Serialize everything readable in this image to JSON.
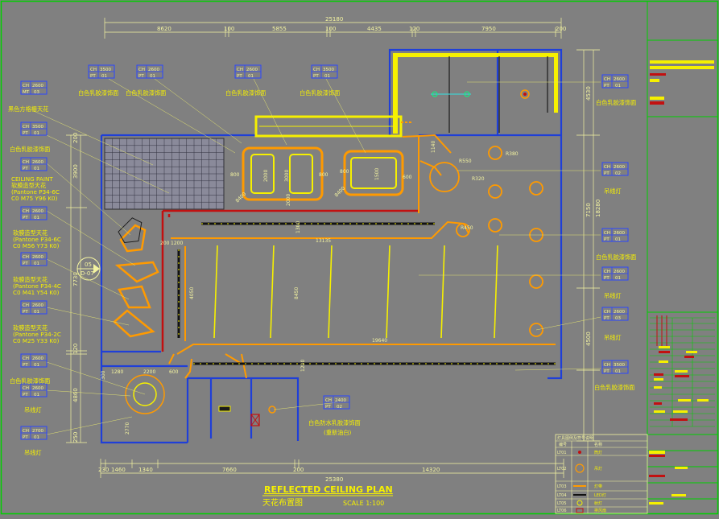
{
  "colors": {
    "background": "#808080",
    "wall": "#1f3fd8",
    "dim": "#f4f4a0",
    "yellow": "#f6f000",
    "orange": "#ff9a00",
    "red": "#c21010",
    "white": "#ffffff",
    "frame": "#00d000",
    "tagBox": "#2a46ff"
  },
  "dims": {
    "top_total": "25180",
    "top": [
      "8620",
      "100",
      "5855",
      "100",
      "4435",
      "120",
      "7950",
      "200"
    ],
    "bottom_total": "25380",
    "bottom": [
      "230",
      "1460",
      "1340",
      "7660",
      "200",
      "14320"
    ],
    "right": [
      "4530",
      "7150",
      "18280",
      "4500"
    ],
    "left": [
      "200",
      "3900",
      "7730",
      "120",
      "4860",
      "250"
    ],
    "interior": {
      "d800a": "800",
      "d800b": "800",
      "d800c": "800",
      "d2000a": "2000",
      "d2000b": "2000",
      "d3000": "3000",
      "d1500": "1500",
      "d600": "600",
      "d8400a": "8400",
      "d8400b": "8400",
      "d1140": "1140",
      "d200a": "200",
      "d1200": "1200",
      "d1300": "1300",
      "d13135": "13135",
      "d4050": "4050",
      "d8450": "8450",
      "d19640": "19640",
      "d1280": "1280",
      "d2200": "2200",
      "d600b": "600",
      "d1200b": "1200",
      "d2770": "2770",
      "d300": "300"
    },
    "radii": [
      "R380",
      "R550",
      "R450",
      "R320"
    ]
  },
  "tags": {
    "t1": {
      "ch": "CH",
      "h": "3500",
      "pt": "PT",
      "n": "01"
    },
    "t2": {
      "ch": "CH",
      "h": "2600",
      "pt": "PT",
      "n": "01"
    },
    "t3": {
      "ch": "CH",
      "h": "2600",
      "pt": "PT",
      "n": "01"
    },
    "t4": {
      "ch": "CH",
      "h": "3500",
      "pt": "PT",
      "n": "01"
    },
    "l1": {
      "ch": "CH",
      "h": "2600",
      "pt": "MT",
      "n": "03"
    },
    "l2": {
      "ch": "CH",
      "h": "3500",
      "pt": "PT",
      "n": "01"
    },
    "l3": {
      "ch": "CH",
      "h": "2600",
      "pt": "PT",
      "n": "01"
    },
    "l4": {
      "ch": "CH",
      "h": "2600",
      "pt": "PT",
      "n": "01"
    },
    "l5": {
      "ch": "CH",
      "h": "2600",
      "pt": "PT",
      "n": "01"
    },
    "l6": {
      "ch": "CH",
      "h": "2600",
      "pt": "PT",
      "n": "01"
    },
    "l7": {
      "ch": "CH",
      "h": "2600",
      "pt": "PT",
      "n": "01"
    },
    "l8": {
      "ch": "CH",
      "h": "2600",
      "pt": "PT",
      "n": "01"
    },
    "l9": {
      "ch": "CH",
      "h": "2700",
      "pt": "PT",
      "n": "01"
    },
    "r1": {
      "ch": "CH",
      "h": "2600",
      "pt": "PT",
      "n": "01"
    },
    "r2": {
      "ch": "CH",
      "h": "2600",
      "pt": "PT",
      "n": "02"
    },
    "r3": {
      "ch": "CH",
      "h": "2600",
      "pt": "PT",
      "n": "01"
    },
    "r4": {
      "ch": "CH",
      "h": "2600",
      "pt": "PT",
      "n": "01"
    },
    "r5": {
      "ch": "CH",
      "h": "2600",
      "pt": "PT",
      "n": "03"
    },
    "r6": {
      "ch": "CH",
      "h": "3500",
      "pt": "PT",
      "n": "01"
    },
    "c1": {
      "ch": "CH",
      "h": "2400",
      "pt": "PT",
      "n": "02"
    }
  },
  "labels": {
    "t1": "白色乳胶漆饰面",
    "t2": "白色乳胶漆饰面",
    "t3": "白色乳胶漆饰面",
    "t4": "白色乳胶漆饰面",
    "l1": "黑色方格栅天花",
    "l2": "白色乳胶漆饰面",
    "l3a": "CEILING PAINT",
    "l3b": "软膜造型天花",
    "l3c": "(Pantone P34-6C",
    "l3d": "C0 M75 Y96 K0)",
    "l4a": "软膜造型天花",
    "l4b": "(Pantone P34-6C",
    "l4c": "C0 M56 Y73 K0)",
    "l5a": "软膜造型天花",
    "l5b": "(Pantone P34-4C",
    "l5c": "C0 M41 Y54 K0)",
    "l6a": "软膜造型天花",
    "l6b": "(Pantone P34-2C",
    "l6c": "C0 M25 Y33 K0)",
    "l7": "白色乳胶漆饰面",
    "l8": "吊线灯",
    "l9": "吊线灯",
    "r1": "白色乳胶漆饰面",
    "r2": "吊线灯",
    "r3": "白色乳胶漆饰面",
    "r4": "吊线灯",
    "r5": "吊线灯",
    "r6": "白色乳胶漆饰面",
    "c1a": "白色防水乳胶漆饰面",
    "c1b": "(重新油白)"
  },
  "section": {
    "num": "05",
    "sheet": "D-07"
  },
  "title": {
    "en": "REFLECTED CEILING PLAN",
    "cn": "天花布置图",
    "scale": "SCALE   1:100"
  },
  "legend": {
    "header": "灯具图例及符号说明",
    "col1": "编号",
    "col2": "名称",
    "rows": [
      {
        "code": "LT01",
        "name": "筒灯"
      },
      {
        "code": "LT02",
        "name": "吊灯"
      },
      {
        "code": "LT03",
        "name": "灯带"
      },
      {
        "code": "LT04",
        "name": "LED灯"
      },
      {
        "code": "LT05",
        "name": "射灯"
      },
      {
        "code": "LT06",
        "name": "排风扇"
      }
    ]
  }
}
